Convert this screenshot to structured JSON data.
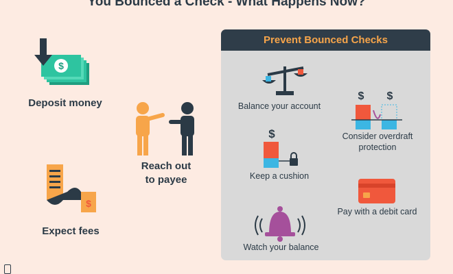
{
  "title": "You Bounced a Check - What Happens Now?",
  "left": {
    "deposit_label": "Deposit money",
    "reach_out_line1": "Reach out",
    "reach_out_line2": "to payee",
    "fees_label": "Expect fees",
    "currency_symbol": "$"
  },
  "panel": {
    "header": "Prevent Bounced Checks",
    "items": {
      "balance": "Balance your account",
      "overdraft_line1": "Consider overdraft",
      "overdraft_line2": "protection",
      "cushion": "Keep a cushion",
      "debit": "Pay with a debit card",
      "watch": "Watch your balance"
    },
    "currency_symbol": "$"
  },
  "colors": {
    "background": "#fdebe2",
    "panel": "#d9d9d9",
    "panel_header": "#2f3d49",
    "accent_orange": "#f7a54a",
    "money_green": "#2ec4a0",
    "text_dark": "#2b3a46",
    "red": "#f0583c",
    "blue": "#3cb6e3",
    "purple": "#a5509b"
  }
}
